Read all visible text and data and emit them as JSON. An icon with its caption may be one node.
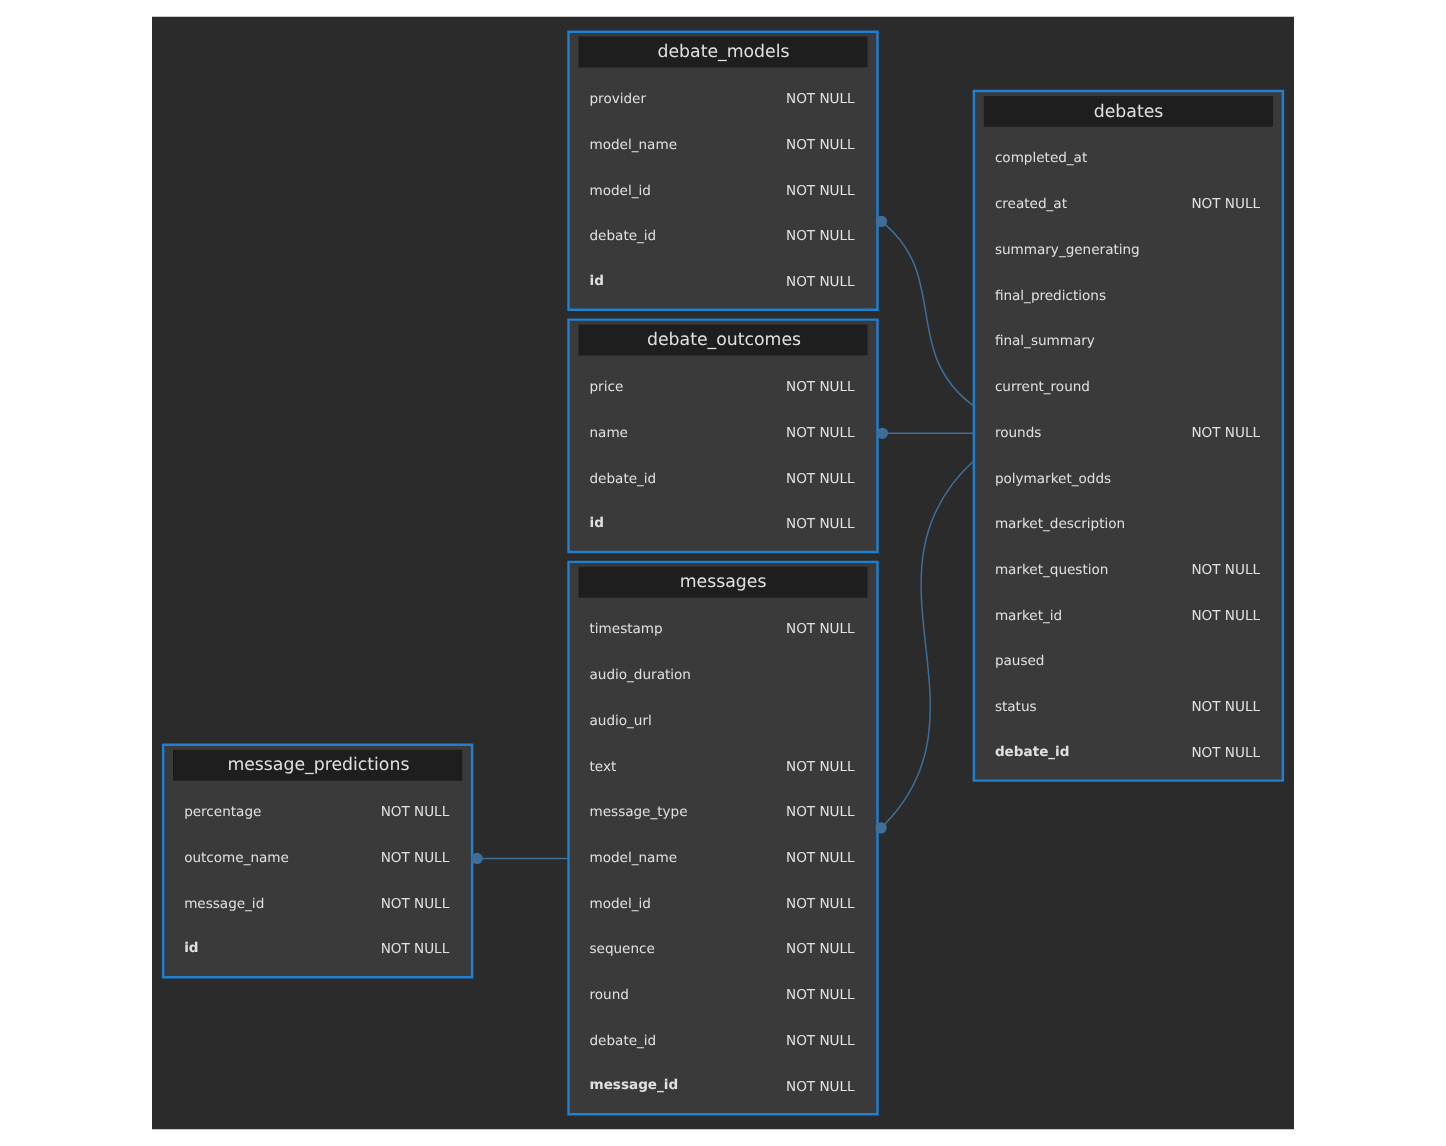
{
  "diagram": {
    "nodes": [
      {
        "text": [
          "messages"
        ]
      },
      {
        "text": [
          "message_id",
          "NOT NULL"
        ],
        "in": 0
      },
      {
        "text": [
          "debate_id",
          "NOT NULL"
        ],
        "in": 0
      },
      {
        "text": [
          "round",
          "NOT NULL"
        ],
        "in": 0
      },
      {
        "text": [
          "sequence",
          "NOT NULL"
        ],
        "in": 0
      },
      {
        "text": [
          "model_id",
          "NOT NULL"
        ],
        "in": 0
      },
      {
        "text": [
          "model_name",
          "NOT NULL"
        ],
        "in": 0
      },
      {
        "text": [
          "message_type",
          "NOT NULL"
        ],
        "in": 0
      },
      {
        "text": [
          "text",
          "NOT NULL"
        ],
        "in": 0
      },
      {
        "text": [
          "audio_url"
        ],
        "in": 0
      },
      {
        "text": [
          "audio_duration"
        ],
        "in": 0
      },
      {
        "text": [
          "timestamp",
          "NOT NULL"
        ],
        "in": 0
      },
      {
        "text": [
          "message_predictions"
        ]
      },
      {
        "text": [
          "id",
          "NOT NULL"
        ],
        "in": 12
      },
      {
        "text": [
          "message_id",
          "NOT NULL"
        ],
        "in": 12
      },
      {
        "text": [
          "outcome_name",
          "NOT NULL"
        ],
        "in": 12
      },
      {
        "text": [
          "percentage",
          "NOT NULL"
        ],
        "in": 12
      },
      {
        "text": [
          "debates"
        ]
      },
      {
        "text": [
          "debate_id",
          "NOT NULL"
        ],
        "in": 17
      },
      {
        "text": [
          "status",
          "NOT NULL"
        ],
        "in": 17
      },
      {
        "text": [
          "paused"
        ],
        "in": 17
      },
      {
        "text": [
          "market_id",
          "NOT NULL"
        ],
        "in": 17
      },
      {
        "text": [
          "market_question",
          "NOT NULL"
        ],
        "in": 17
      },
      {
        "text": [
          "market_description"
        ],
        "in": 17
      },
      {
        "text": [
          "polymarket_odds"
        ],
        "in": 17
      },
      {
        "text": [
          "rounds",
          "NOT NULL"
        ],
        "in": 17
      },
      {
        "text": [
          "current_round"
        ],
        "in": 17
      },
      {
        "text": [
          "final_summary"
        ],
        "in": 17
      },
      {
        "text": [
          "final_predictions"
        ],
        "in": 17
      },
      {
        "text": [
          "summary_generating"
        ],
        "in": 17
      },
      {
        "text": [
          "created_at",
          "NOT NULL"
        ],
        "in": 17
      },
      {
        "text": [
          "completed_at"
        ],
        "in": 17
      },
      {
        "text": [
          "debate_models"
        ]
      },
      {
        "text": [
          "id",
          "NOT NULL"
        ],
        "in": 32
      },
      {
        "text": [
          "debate_id",
          "NOT NULL"
        ],
        "in": 32
      },
      {
        "text": [
          "model_id",
          "NOT NULL"
        ],
        "in": 32
      },
      {
        "text": [
          "model_name",
          "NOT NULL"
        ],
        "in": 32
      },
      {
        "text": [
          "provider",
          "NOT NULL"
        ],
        "in": 32
      },
      {
        "text": [
          "debate_outcomes"
        ]
      },
      {
        "text": [
          "id",
          "NOT NULL"
        ],
        "in": 38
      },
      {
        "text": [
          "debate_id",
          "NOT NULL"
        ],
        "in": 38
      },
      {
        "text": [
          "name",
          "NOT NULL"
        ],
        "in": 38
      },
      {
        "text": [
          "price",
          "NOT NULL"
        ],
        "in": 38
      }
    ],
    "edges": [
      {
        "from": 12,
        "to": 0,
        "arrow": "other"
      },
      {
        "from": 0,
        "to": 17,
        "arrow": "other"
      },
      {
        "from": 32,
        "to": 17,
        "arrow": "other"
      },
      {
        "from": 38,
        "to": 17,
        "arrow": "other"
      }
    ]
  }
}
